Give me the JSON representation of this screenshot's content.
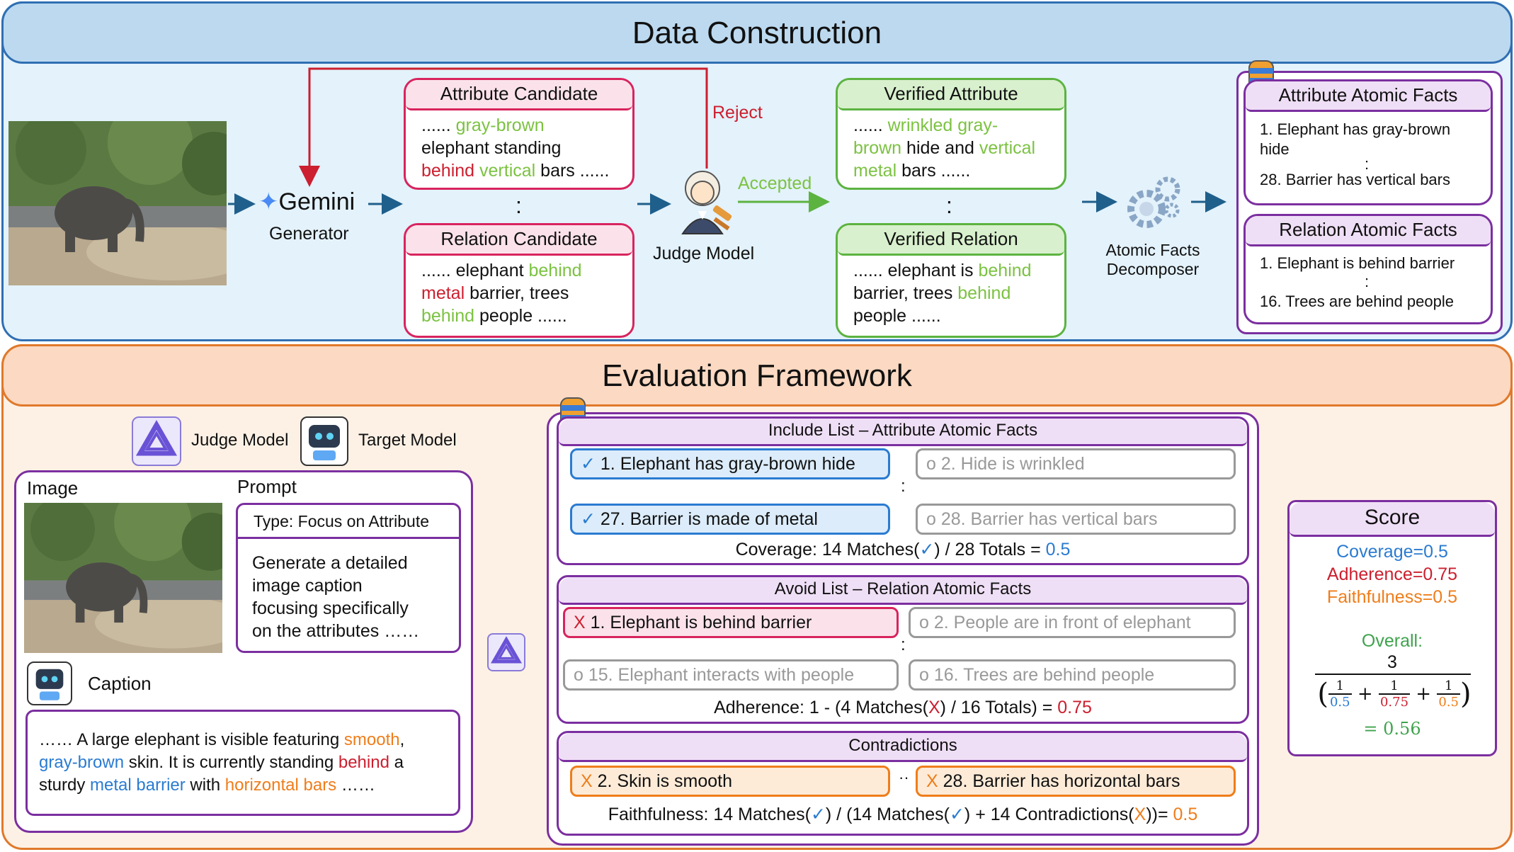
{
  "top": {
    "title": "Data Construction",
    "generator_label": "Generator",
    "gemini_word": "Gemini",
    "reject_label": "Reject",
    "accepted_label": "Accepted",
    "judge_label": "Judge Model",
    "decomposer_label_1": "Atomic Facts",
    "decomposer_label_2": "Decomposer",
    "attr_candidate": {
      "title": "Attribute Candidate",
      "t1": "...... ",
      "t2": "gray-brown",
      "t3": "elephant standing",
      "t4": "behind",
      "t5": " ",
      "t6": "vertical",
      "t7": " bars ......"
    },
    "rel_candidate": {
      "title": "Relation Candidate",
      "t1": "...... elephant ",
      "t2": "behind",
      "t3": "metal",
      "t4": " barrier, trees",
      "t5": "behind",
      "t6": " people ......"
    },
    "verified_attr": {
      "title": "Verified Attribute",
      "t1": "...... ",
      "t2": "wrinkled gray-",
      "t3": "brown",
      "t4": " hide and ",
      "t5": "vertical",
      "t6": "metal",
      "t7": " bars ......"
    },
    "verified_rel": {
      "title": "Verified Relation",
      "t1": "...... elephant is ",
      "t2": "behind",
      "t3": "barrier, trees ",
      "t4": "behind",
      "t5": "people ......"
    },
    "attr_facts": {
      "title": "Attribute Atomic Facts",
      "f1a": "1. Elephant has gray-brown",
      "f1b": "hide",
      "f2": "28. Barrier has vertical bars"
    },
    "rel_facts": {
      "title": "Relation Atomic Facts",
      "f1": "1. Elephant is behind barrier",
      "f2": "16. Trees are behind people"
    },
    "ellipsis": ":"
  },
  "bottom": {
    "title": "Evaluation Framework",
    "judge_model": "Judge Model",
    "target_model": "Target Model",
    "image_label": "Image",
    "prompt_label": "Prompt",
    "prompt_type": "Type: Focus on Attribute",
    "prompt_text_1": "Generate a detailed",
    "prompt_text_2": "image caption",
    "prompt_text_3": "focusing specifically",
    "prompt_text_4": "on the attributes ……",
    "caption_label": "Caption",
    "caption": {
      "c1": "…… A large elephant is visible featuring ",
      "c2": "smooth",
      "c3": ",",
      "c4": "gray-brown",
      "c5": " skin. It is currently standing ",
      "c6": "behind",
      "c7": " a",
      "c8": "sturdy ",
      "c9": "metal barrier",
      "c10": " with ",
      "c11": "horizontal bars",
      "c12": " ……"
    },
    "include": {
      "title": "Include List – Attribute Atomic Facts",
      "i1": "1. Elephant has gray-brown hide",
      "i2": "2. Hide is wrinkled",
      "i3": "27. Barrier is made of metal",
      "i4": "28. Barrier has vertical bars",
      "coverage_a": "Coverage: 14 Matches(",
      "coverage_b": ") / 28 Totals = ",
      "coverage_v": "0.5"
    },
    "avoid": {
      "title": "Avoid List – Relation Atomic Facts",
      "a1": "1. Elephant is behind barrier",
      "a2": "2. People are in front of elephant",
      "a3": "15. Elephant interacts with people",
      "a4": "16. Trees are behind people",
      "adh_a": "Adherence: 1 - (4 Matches(",
      "adh_b": ") / 16 Totals) = ",
      "adh_v": "0.75"
    },
    "contra": {
      "title": "Contradictions",
      "c1": "2. Skin is smooth",
      "c2": "28. Barrier has horizontal bars",
      "faith_a": "Faithfulness: 14 Matches(",
      "faith_b": ") / (14 Matches(",
      "faith_c": ") + 14 Contradictions(",
      "faith_d": "))= ",
      "faith_v": "0.5"
    },
    "score": {
      "title": "Score",
      "coverage": "Coverage=0.5",
      "adherence": "Adherence=0.75",
      "faithfulness": "Faithfulness=0.5",
      "overall": "Overall:",
      "numerator": "3",
      "one": "1",
      "d1": "0.5",
      "d2": "0.75",
      "d3": "0.5",
      "result": "= 0.56"
    },
    "check": "✓",
    "cross": "X",
    "circle": "o",
    "dots": "··"
  },
  "colors": {
    "blue": "#2f6fb3",
    "orange": "#e0792b",
    "pink": "#d8245e",
    "green": "#5cb340",
    "purple": "#7b2fa0"
  }
}
